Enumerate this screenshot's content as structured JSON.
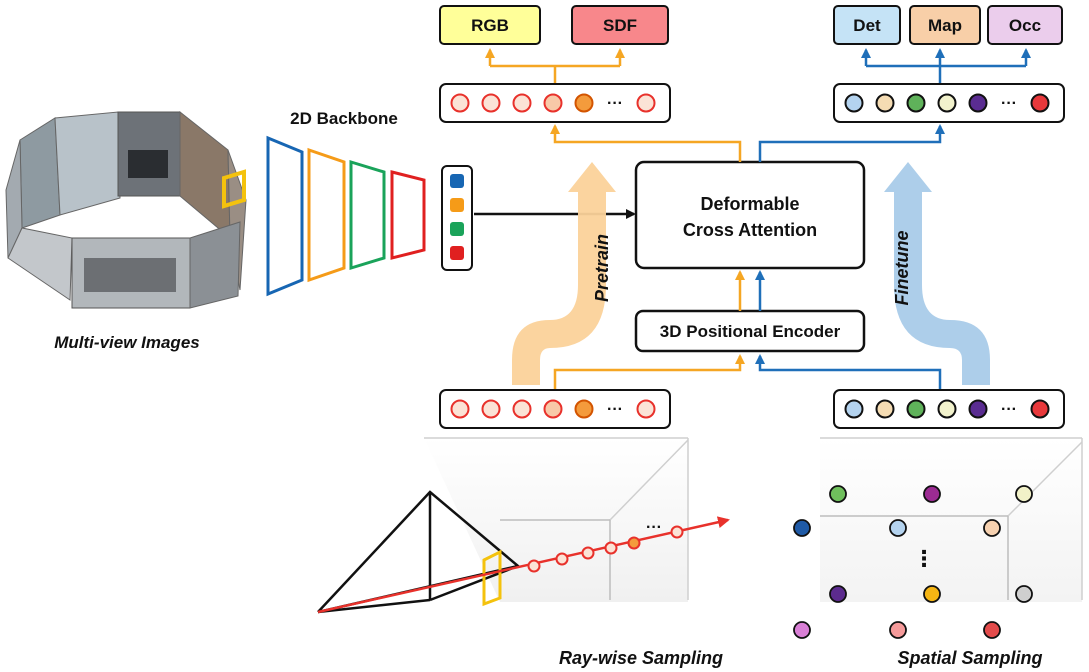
{
  "labels": {
    "multi_view": "Multi-view Images",
    "backbone": "2D Backbone",
    "attention_line1": "Deformable",
    "attention_line2": "Cross Attention",
    "pos_encoder": "3D Positional Encoder",
    "pretrain": "Pretrain",
    "finetune": "Finetune",
    "ray_sampling": "Ray-wise Sampling",
    "spatial_sampling": "Spatial Sampling",
    "ellipsis": "···",
    "vertical_ellipsis": "⋮"
  },
  "outputs_left": [
    {
      "label": "RGB",
      "fill": "#ffff99"
    },
    {
      "label": "SDF",
      "fill": "#f8878b"
    }
  ],
  "outputs_right": [
    {
      "label": "Det",
      "fill": "#c5e3f6"
    },
    {
      "label": "Map",
      "fill": "#f8cfa8"
    },
    {
      "label": "Occ",
      "fill": "#ebcdec"
    }
  ],
  "colors": {
    "orange": "#f5a623",
    "orange_light": "#fbd29a",
    "blue": "#1f6fb9",
    "blue_light": "#a9cbe9",
    "ray_red": "#e8312b",
    "feature_blue": "#1766b3",
    "feature_orange": "#f59b18",
    "feature_green": "#1aa35a",
    "feature_red": "#e02020"
  },
  "ray_token_colors": [
    "#fbe3d6",
    "#fbe3d6",
    "#fbe3d6",
    "#f8c9a8",
    "#f49b3c",
    "#fbe3d6"
  ],
  "spatial_token_colors": [
    "#b4d3ef",
    "#f5dcb3",
    "#5fb25a",
    "#f2f2cc",
    "#5a2c91",
    "#e8383b"
  ],
  "spatial_points": [
    {
      "c": "#6fbf5c"
    },
    {
      "c": "#9c2b93"
    },
    {
      "c": "#f1f1c8"
    },
    {
      "c": "#1f5aa6"
    },
    {
      "c": "#b4d3ef"
    },
    {
      "c": "#f6d1b0"
    },
    {
      "c": "#5c2b8e"
    },
    {
      "c": "#f5b514"
    },
    {
      "c": "#cfcfcf"
    },
    {
      "c": "#d97fd6"
    },
    {
      "c": "#f59a9a"
    },
    {
      "c": "#e34b4b"
    }
  ]
}
